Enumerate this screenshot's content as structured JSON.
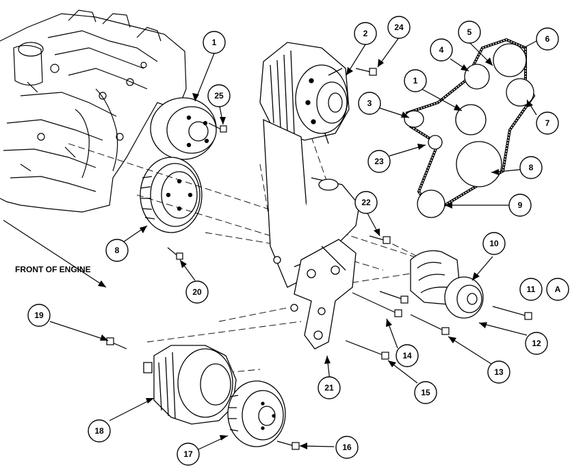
{
  "diagram": {
    "front_label": "FRONT OF ENGINE",
    "callouts": [
      "1",
      "2",
      "24",
      "5",
      "6",
      "4",
      "1",
      "3",
      "7",
      "25",
      "23",
      "8",
      "9",
      "22",
      "8",
      "10",
      "11",
      "A",
      "20",
      "19",
      "14",
      "12",
      "13",
      "15",
      "21",
      "18",
      "17",
      "16"
    ]
  }
}
